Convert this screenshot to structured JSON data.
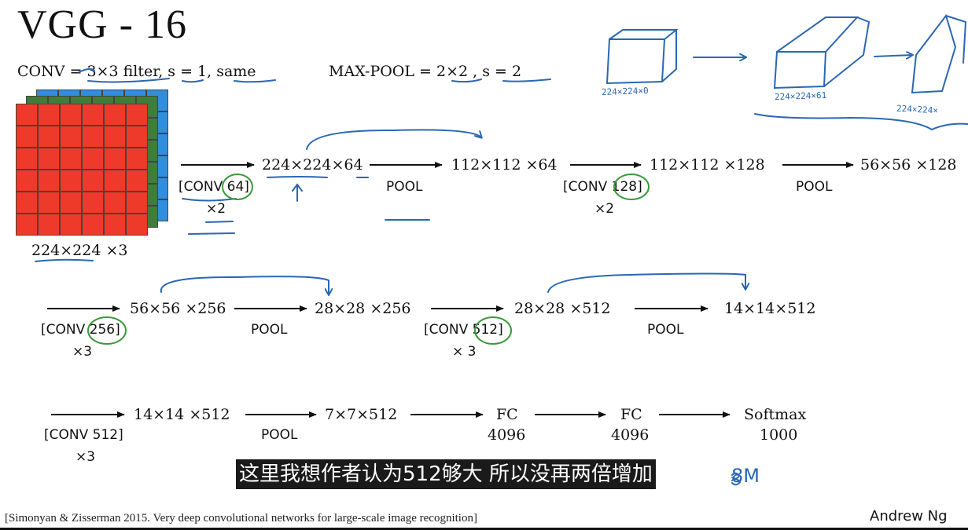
{
  "title": "VGG - 16",
  "conv_def": "CONV = 3×3 filter, s = 1, same",
  "pool_def": "MAX-POOL = 2×2 , s = 2",
  "input_label": "224×224 ×3",
  "row1": {
    "conv_a": "[CONV 64]",
    "times_a": "×2",
    "out_a": "224×224×64",
    "pool_a": "POOL",
    "out_b": "112×112 ×64",
    "conv_b": "[CONV 128]",
    "times_b": "×2",
    "out_c": "112×112 ×128",
    "pool_b": "POOL",
    "out_d": "56×56 ×128"
  },
  "row2": {
    "conv_a": "[CONV 256]",
    "times_a": "×3",
    "out_a": "56×56 ×256",
    "pool_a": "POOL",
    "out_b": "28×28 ×256",
    "conv_b": "[CONV 512]",
    "times_b": "× 3",
    "out_c": "28×28 ×512",
    "pool_b": "POOL",
    "out_d": "14×14×512"
  },
  "row3": {
    "conv_a": "[CONV 512]",
    "times_a": "×3",
    "out_a": "14×14 ×512",
    "pool_a": "POOL",
    "out_b": "7×7×512",
    "fc1": "FC",
    "fc1_n": "4096",
    "fc2": "FC",
    "fc2_n": "4096",
    "softmax": "Softmax",
    "softmax_n": "1000"
  },
  "handwritten": {
    "sketch_a": "224×224×0",
    "sketch_b": "224×224×61",
    "sketch_c": "224×224×",
    "note": "8M"
  },
  "subtitle": "这里我想作者认为512够大 所以没再两倍增加",
  "citation": "[Simonyan & Zisserman 2015. Very deep convolutional networks for large-scale image recognition]",
  "author": "Andrew Ng",
  "colors": {
    "ink": "#2a67b3",
    "circle": "#3a9a3a",
    "red": "#ee3a2a",
    "green": "#3f7d3a",
    "blue": "#2f8fde"
  }
}
